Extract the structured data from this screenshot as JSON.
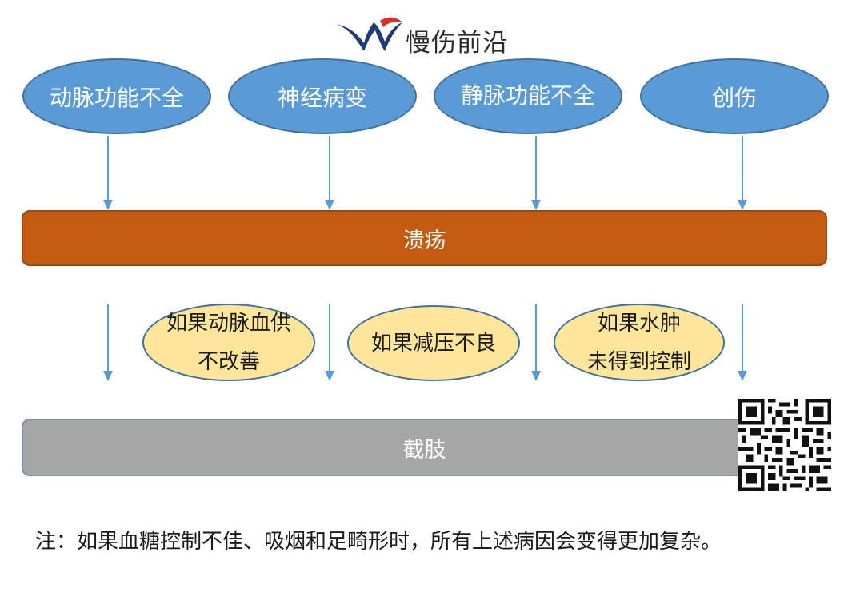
{
  "brand": {
    "name": "慢伤前沿"
  },
  "causes": [
    {
      "label": "动脉功能不全"
    },
    {
      "label": "神经病变"
    },
    {
      "label": "静脉功能不全"
    },
    {
      "label": "创伤"
    }
  ],
  "ulcer": {
    "label": "溃疡"
  },
  "conditions": [
    {
      "line1": "如果动脉血供",
      "line2": "不改善"
    },
    {
      "line1": "如果减压不良",
      "line2": ""
    },
    {
      "line1": "如果水肿",
      "line2": "未得到控制"
    }
  ],
  "amputation": {
    "label": "截肢"
  },
  "footnote": "注：如果血糖控制不佳、吸烟和足畸形时，所有上述病因会变得更加复杂。",
  "colors": {
    "cause_fill": "#5b9bd5",
    "ulcer_fill": "#c55a11",
    "condition_fill": "#ffe699",
    "amputation_fill": "#a6a6a6",
    "arrow": "#5b9bd5"
  },
  "icons": {
    "logo": "swoosh-logo-icon",
    "qr": "qr-code-icon"
  }
}
